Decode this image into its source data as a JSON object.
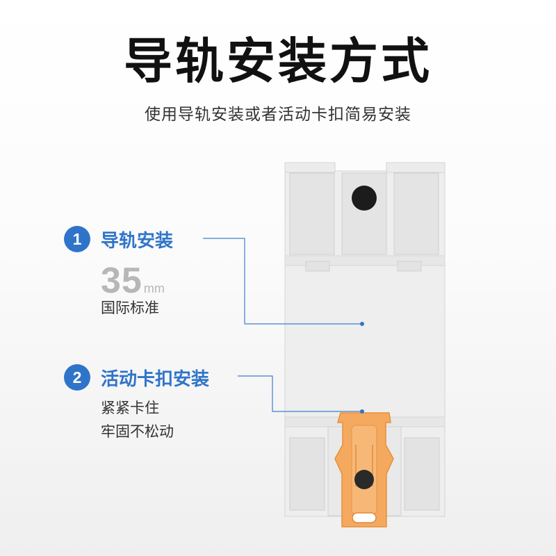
{
  "header": {
    "title": "导轨安装方式",
    "subtitle": "使用导轨安装或者活动卡扣简易安装"
  },
  "features": [
    {
      "number": "1",
      "title": "导轨安装",
      "spec_value": "35",
      "spec_unit": "mm",
      "desc_lines": [
        "国际标准"
      ]
    },
    {
      "number": "2",
      "title": "活动卡扣安装",
      "desc_lines": [
        "紧紧卡住",
        "牢固不松动"
      ]
    }
  ],
  "colors": {
    "accent": "#2f74c9",
    "clip": "#f5a95f",
    "device": "#eeeeee"
  }
}
